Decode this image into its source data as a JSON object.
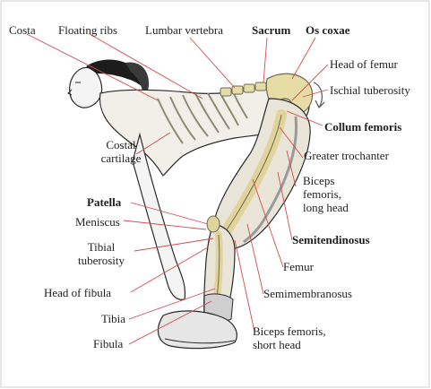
{
  "labels": {
    "costa": "Costa",
    "floating_ribs": "Floating ribs",
    "lumbar_vertebra": "Lumbar vertebra",
    "sacrum": "Sacrum",
    "os_coxae": "Os coxae",
    "head_of_femur": "Head of femur",
    "ischial_tuberosity": "Ischial tuberosity",
    "collum_femoris": "Collum femoris",
    "costal_cartilage": "Costal\ncartilage",
    "greater_trochanter": "Greater trochanter",
    "biceps_femoris_long_head": "Biceps\nfemoris,\nlong head",
    "patella": "Patella",
    "meniscus": "Meniscus",
    "tibial_tuberosity": "Tibial\ntuberosity",
    "semitendinosus": "Semitendinosus",
    "head_of_fibula": "Head of fibula",
    "femur": "Femur",
    "semimembranosus": "Semimembranosus",
    "tibia": "Tibia",
    "fibula": "Fibula",
    "biceps_femoris_short_head": "Biceps femoris,\nshort head"
  },
  "colors": {
    "leader_line": "#d64b4b",
    "bone": "#e6dca6",
    "skin_outline": "#2a2a2a",
    "muscle_shade": "#9a9a9a"
  }
}
